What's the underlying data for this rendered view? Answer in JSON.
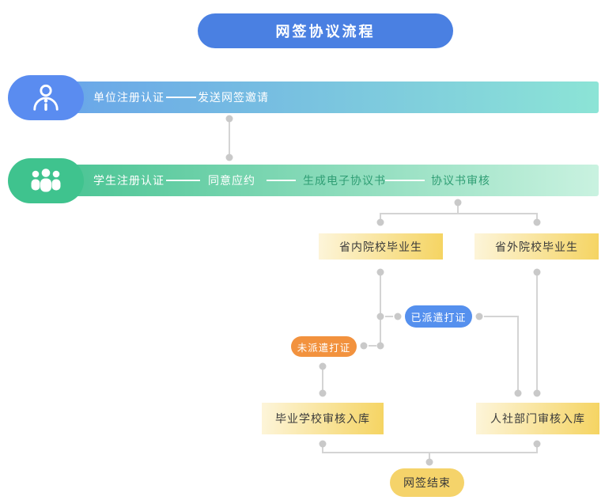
{
  "title": {
    "label": "网签协议流程"
  },
  "lanes": {
    "employer": {
      "icon": "person-icon",
      "steps": {
        "register": "单位注册认证",
        "invite": "发送网签邀请"
      }
    },
    "student": {
      "icon": "people-icon",
      "steps": {
        "register": "学生注册认证",
        "accept": "同意应约",
        "generate": "生成电子协议书",
        "review": "协议书审核"
      }
    }
  },
  "nodes": {
    "in_province": "省内院校毕业生",
    "out_province": "省外院校毕业生",
    "dispatched": "已派遣打证",
    "not_dispatched": "未派遣打证",
    "school_review": "毕业学校审核入库",
    "hr_review": "人社部门审核入库",
    "finish": "网签结束"
  },
  "colors": {
    "title_bg": "#4a80e2",
    "employer_blob": "#5a8cf0",
    "employer_bar_start": "#68a4e9",
    "employer_bar_end": "#8ce4d6",
    "student_blob": "#3fc38e",
    "student_bar_start": "#47c392",
    "student_bar_end": "#c9f2e0",
    "green_text": "#2f9e74",
    "yellow_box_start": "#fdf5da",
    "yellow_box_end": "#f5d462",
    "blue_pill": "#5590ee",
    "orange_pill": "#f2923e",
    "end_pill": "#f5d36a",
    "connector": "#d4d4d4"
  }
}
